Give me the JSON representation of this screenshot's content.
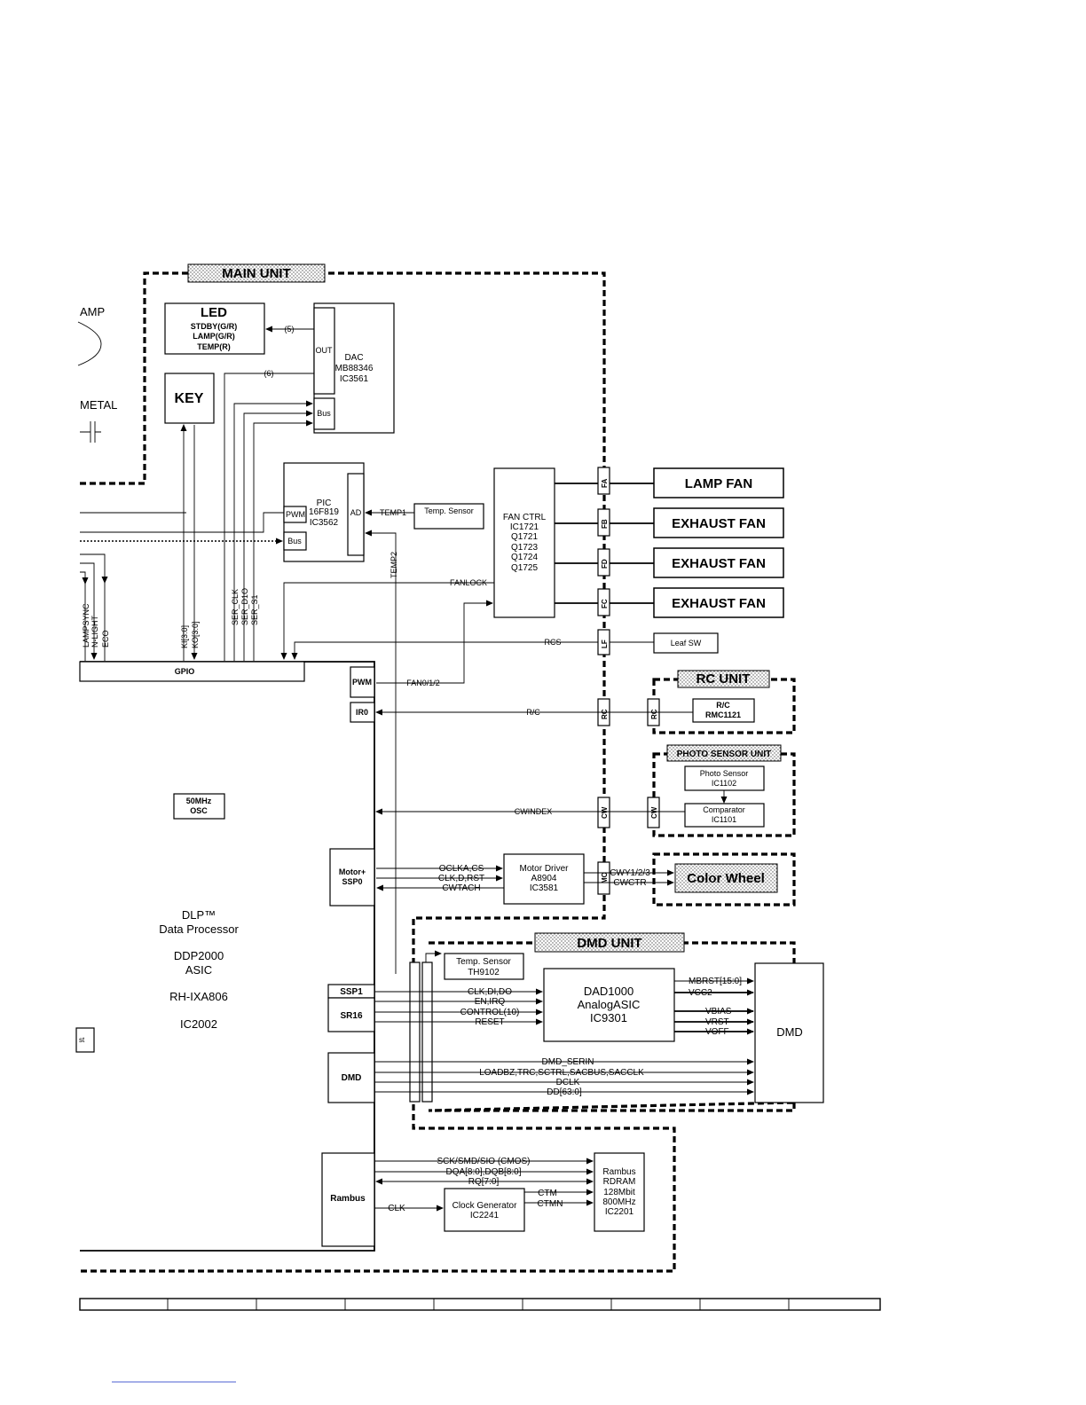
{
  "units": {
    "main": "MAIN UNIT",
    "rc": "RC UNIT",
    "photo": "PHOTO SENSOR UNIT",
    "dmd": "DMD UNIT"
  },
  "edge_labels": {
    "lamp_partial": "AMP",
    "metal_partial": "METAL",
    "test_partial": "st"
  },
  "led": {
    "title": "LED",
    "line1": "STDBY(G/R)",
    "line2": "LAMP(G/R)",
    "line3": "TEMP(R)"
  },
  "key": {
    "title": "KEY"
  },
  "dac": {
    "out": "OUT",
    "bus": "Bus",
    "line1": "DAC",
    "line2": "MB88346",
    "line3": "IC3561"
  },
  "pic": {
    "pwm": "PWM",
    "bus": "Bus",
    "ad": "AD",
    "line1": "PIC",
    "line2": "16F819",
    "line3": "IC3562"
  },
  "temp_sensor": {
    "label": "Temp. Sensor"
  },
  "fan_ctrl": {
    "lines": [
      "FAN CTRL",
      "IC1721",
      "Q1721",
      "Q1723",
      "Q1724",
      "Q1725"
    ]
  },
  "connectors": {
    "fa": "FA",
    "fb": "FB",
    "fd": "FD",
    "fc": "FC",
    "lf": "LF",
    "rc1": "RC",
    "rc2": "RC",
    "cw1": "CW",
    "cw2": "CW",
    "mo": "MO"
  },
  "fans": [
    "LAMP FAN",
    "EXHAUST FAN",
    "EXHAUST FAN",
    "EXHAUST FAN"
  ],
  "leaf_sw": "Leaf SW",
  "rc_box": {
    "line1": "R/C",
    "line2": "RMC1121"
  },
  "photo_sensor": {
    "line1": "Photo Sensor",
    "line2": "IC1102"
  },
  "comparator": {
    "line1": "Comparator",
    "line2": "IC1101"
  },
  "color_wheel": "Color Wheel",
  "motor_driver": {
    "line1": "Motor Driver",
    "line2": "A8904",
    "line3": "IC3581"
  },
  "dmd_temp": {
    "line1": "Temp. Sensor",
    "line2": "TH9102"
  },
  "dad": {
    "line1": "DAD1000",
    "line2": "AnalogASIC",
    "line3": "IC9301"
  },
  "dmd_box": "DMD",
  "clock_gen": {
    "line1": "Clock  Generator",
    "line2": "IC2241"
  },
  "rambus_chip": {
    "lines": [
      "Rambus",
      "RDRAM",
      "128Mbit",
      "800MHz",
      "IC2201"
    ]
  },
  "asic": {
    "gpio": "GPIO",
    "pwm": "PWM",
    "ir0": "IR0",
    "osc1": "50MHz",
    "osc2": "OSC",
    "motor1": "Motor+",
    "motor2": "SSP0",
    "ssp1": "SSP1",
    "sr16": "SR16",
    "dmd": "DMD",
    "rambus": "Rambus",
    "lines": [
      "DLP™",
      "Data Processor",
      "",
      "DDP2000",
      "ASIC",
      "",
      "RH-IXA806",
      "",
      "IC2002"
    ]
  },
  "signals": {
    "n5": "(5)",
    "n6": "(6)",
    "temp1": "TEMP1",
    "temp2": "TEMP2",
    "fanlock": "FANLOCK",
    "rcs": "RCS",
    "fan012": "FAN0/1/2",
    "rc": "R/C",
    "cwindex": "CWINDEX",
    "oclka": "OCLKA,CS",
    "clkd": "CLK,D,RST",
    "cwtach": "CWTACH",
    "cwy": "CWY1/2/3",
    "cwctr": "CWCTR",
    "clkdi": "CLK,DI,DO",
    "enirq": "EN,IRQ",
    "control": "CONTROL(10)",
    "reset": "RESET",
    "mbrst": "MBRST[15:0]",
    "vcc2": "VCC2",
    "vbias": "VBIAS",
    "vrst": "VRST",
    "voff": "VOFF",
    "dmd_serin": "DMD_SERIN",
    "loadbz": "LOADBZ,TRC,SCTRL,SACBUS,SACCLK",
    "dclk": "DCLK",
    "dd": "DD[63:0]",
    "sck": "SCK/SMD/SIO (CMOS)",
    "dqa": "DQA[8:0],DQB[8:0]",
    "rq": "RQ[7:0]",
    "ctm": "CTM",
    "ctmn": "CTMN",
    "clk": "CLK",
    "lampsync": "LAMPSYNC",
    "nlight": "N-LIGHT",
    "eco": "ECO",
    "ki": "KI[3:0]",
    "ko": "KO[3:0]",
    "ser_clk": "SER_CLK",
    "ser_dio": "SER_D1O",
    "ser_s1": "SER_S1"
  }
}
